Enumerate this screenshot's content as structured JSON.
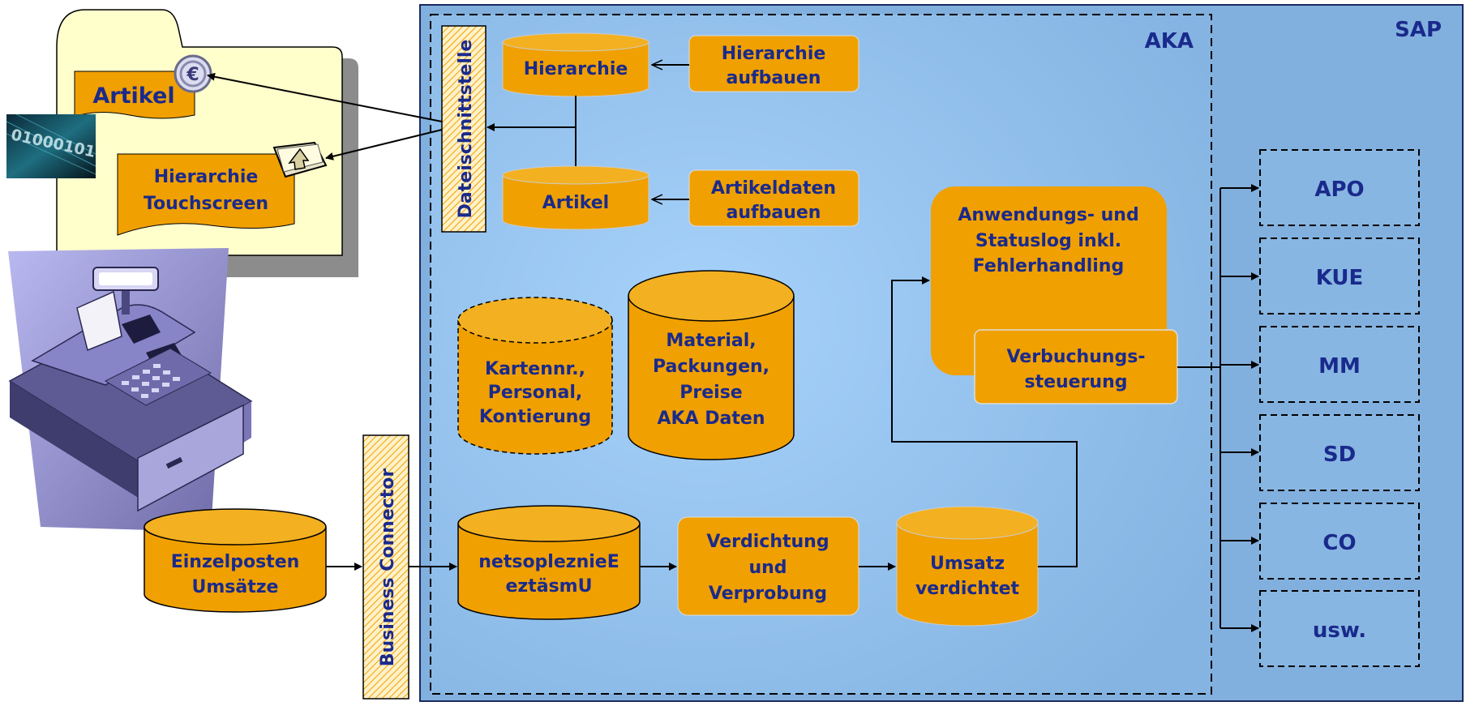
{
  "regions": {
    "sap": "SAP",
    "aka": "AKA"
  },
  "folder": {
    "artikel": "Artikel",
    "hierarchie": [
      "Hierarchie",
      "Touchscreen"
    ],
    "binary": "01000101"
  },
  "interfaces": {
    "dateischnittstelle": "Dateischnittstelle",
    "business_connector": "Business Connector"
  },
  "stores": {
    "hierarchie": "Hierarchie",
    "artikel": "Artikel",
    "kartennr": [
      "Kartennr.,",
      "Personal,",
      "Kontierung"
    ],
    "material": [
      "Material,",
      "Packungen,",
      "Preise",
      "AKA Daten"
    ],
    "einzelposten_mirrored": [
      "netsopleznieE",
      "eztäsmU"
    ],
    "umsatz_verdichtet": [
      "Umsatz",
      "verdichtet"
    ],
    "einzelposten_umsaetze": [
      "Einzelposten",
      "Umsätze"
    ]
  },
  "processes": {
    "hierarchie_aufbauen": [
      "Hierarchie",
      "aufbauen"
    ],
    "artikeldaten_aufbauen": [
      "Artikeldaten",
      "aufbauen"
    ],
    "anwendungslog": [
      "Anwendungs-  und",
      "Statuslog inkl.",
      "Fehlerhandling"
    ],
    "verbuchung": [
      "Verbuchungs-",
      "steuerung"
    ],
    "verdichtung": [
      "Verdichtung",
      "und",
      "Verprobung"
    ]
  },
  "targets": [
    "APO",
    "KUE",
    "MM",
    "SD",
    "CO",
    "usw."
  ],
  "icons": [
    "euro-icon",
    "envelope-upload-icon",
    "cash-register-icon",
    "binary-data-image"
  ],
  "colors": {
    "orange": "#F0A000",
    "navy": "#1A2A8C",
    "blue_bg": "#85B4E2",
    "folder_fill": "#FFFFCC"
  }
}
